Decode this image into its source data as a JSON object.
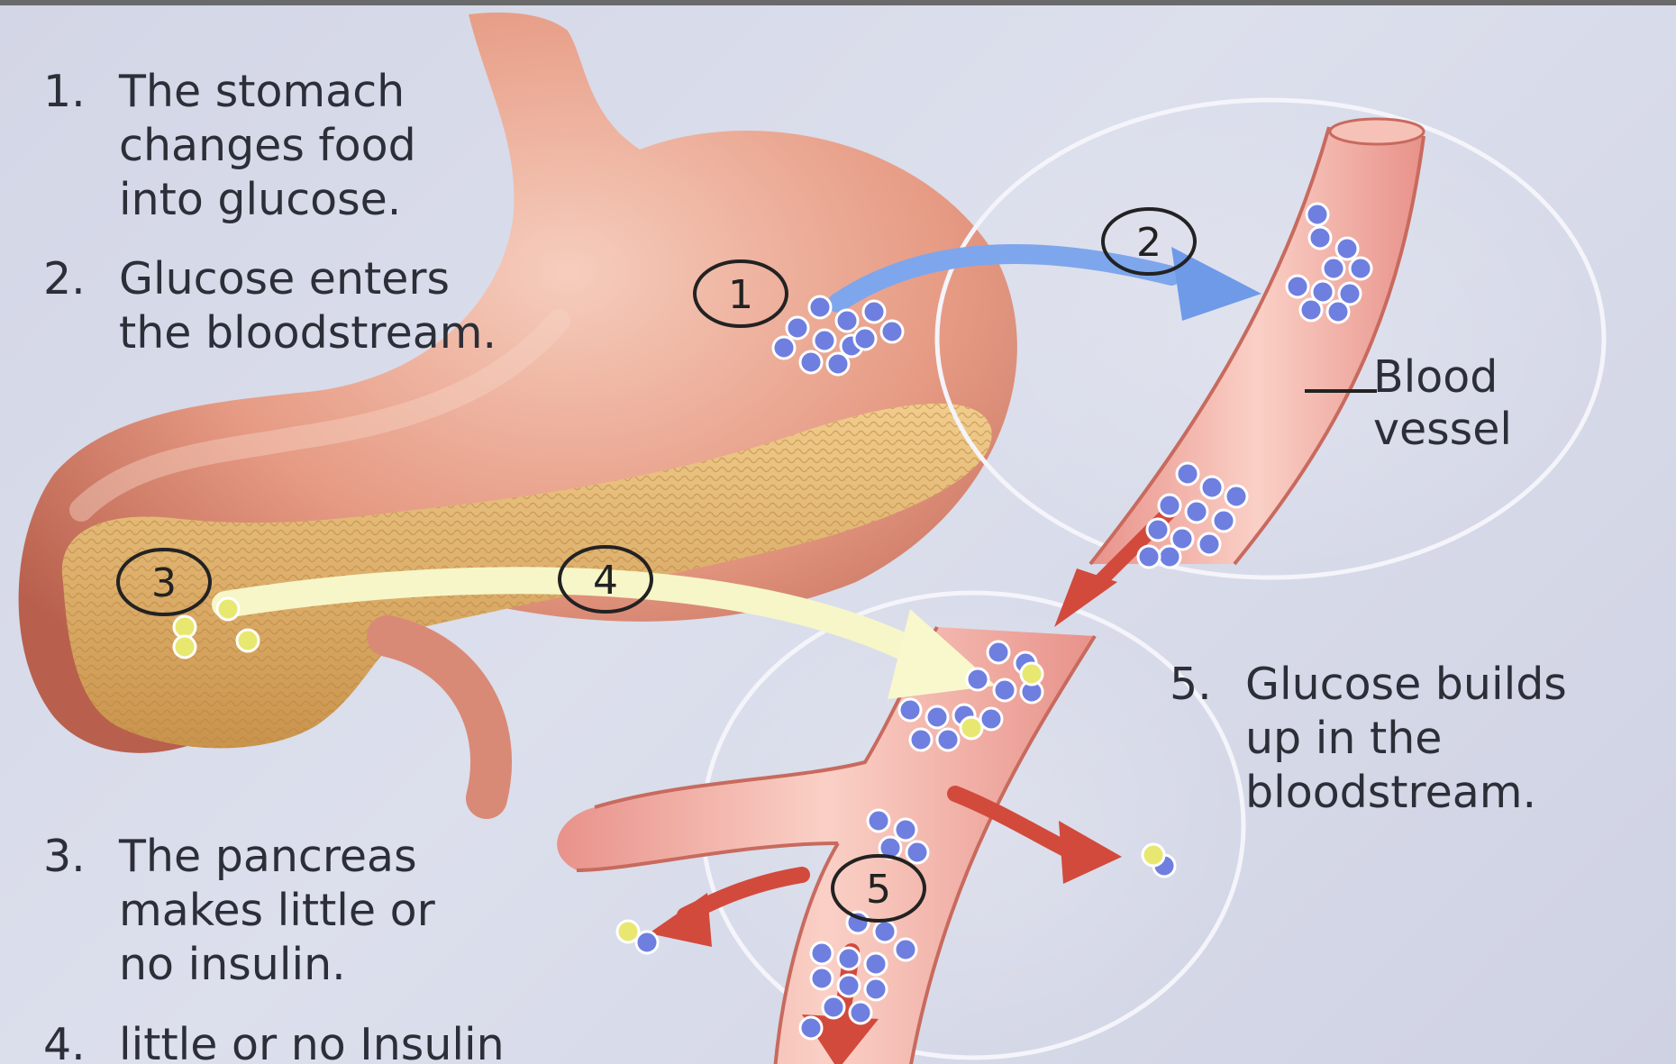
{
  "captions": [
    {
      "num": "1.",
      "text": "The stomach\nchanges food\ninto glucose."
    },
    {
      "num": "2.",
      "text": "Glucose enters\nthe bloodstream."
    },
    {
      "num": "3.",
      "text": "The pancreas\nmakes little or\nno insulin."
    },
    {
      "num": "4.",
      "text": "little or no Insulin"
    },
    {
      "num": "5.",
      "text": "Glucose builds\nup in the\nbloodstream."
    }
  ],
  "vessel_label": "Blood\nvessel",
  "markers": [
    "1",
    "2",
    "3",
    "4",
    "5"
  ],
  "colors": {
    "background": "#d7dae8",
    "stomach": "#e29a84",
    "pancreas": "#e3b56a",
    "blood_vessel": "#f2b2a4",
    "glucose": "#6f7fe0",
    "insulin": "#e8e870",
    "blue_arrow": "#6e9ae8",
    "red_arrow": "#d24a3c",
    "yellow_arrow": "#f4f4c0"
  }
}
